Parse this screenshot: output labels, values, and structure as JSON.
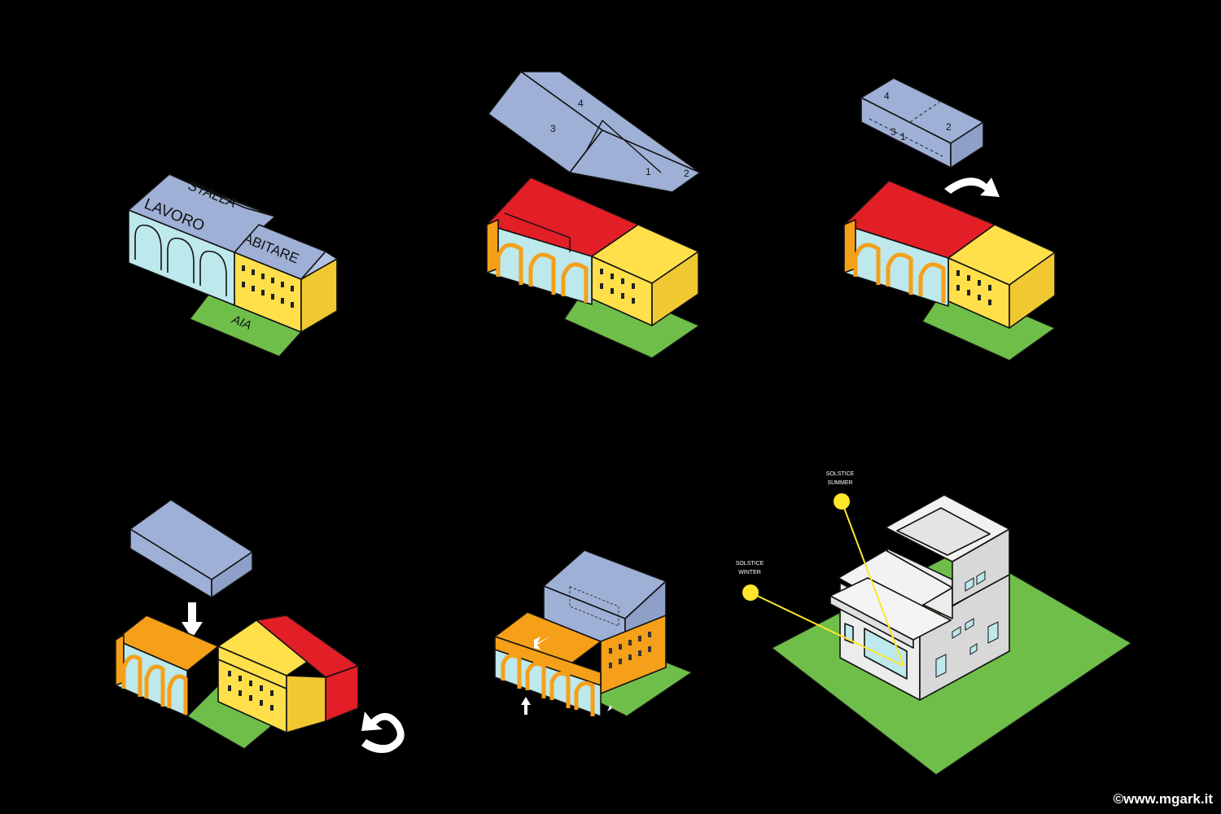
{
  "colors": {
    "background": "#000000",
    "roof": "#9fb0d6",
    "glass": "#bde8ec",
    "yellow": "#ffe04a",
    "yellow_dark": "#f0c832",
    "red": "#e21e26",
    "orange": "#f5a018",
    "green": "#6fbe4a",
    "white": "#ececec",
    "sun": "#ffe62a"
  },
  "step1": {
    "label_stalla": "STALLA",
    "label_lavoro": "LAVORO",
    "label_abitare": "ABITARE",
    "label_aia": "AIA"
  },
  "step2": {
    "roof_numbers": [
      "1",
      "2",
      "3",
      "4"
    ]
  },
  "step3": {
    "roof_numbers": [
      "2",
      "3",
      "1",
      "4"
    ]
  },
  "step6": {
    "sun_summer_line1": "SOLSTICE",
    "sun_summer_line2": "SUMMER",
    "sun_winter_line1": "SOLSTICE",
    "sun_winter_line2": "WINTER"
  },
  "credit": "©www.mgark.it"
}
